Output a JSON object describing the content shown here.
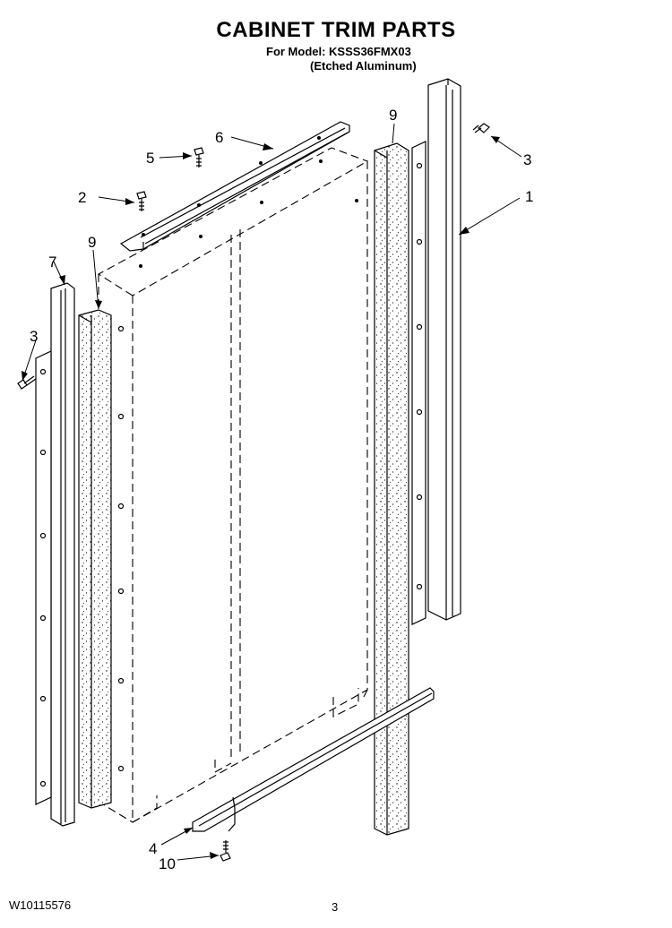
{
  "header": {
    "title": "CABINET TRIM PARTS",
    "model_line": "For Model: KSSS36FMX03",
    "finish_line": "(Etched Aluminum)"
  },
  "footer": {
    "doc_number": "W10115576",
    "page_number": "3"
  },
  "callouts": {
    "c1": "1",
    "c2": "2",
    "c3_right": "3",
    "c3_left": "3",
    "c4": "4",
    "c5": "5",
    "c6": "6",
    "c7": "7",
    "c9_right": "9",
    "c9_left": "9",
    "c10": "10"
  }
}
